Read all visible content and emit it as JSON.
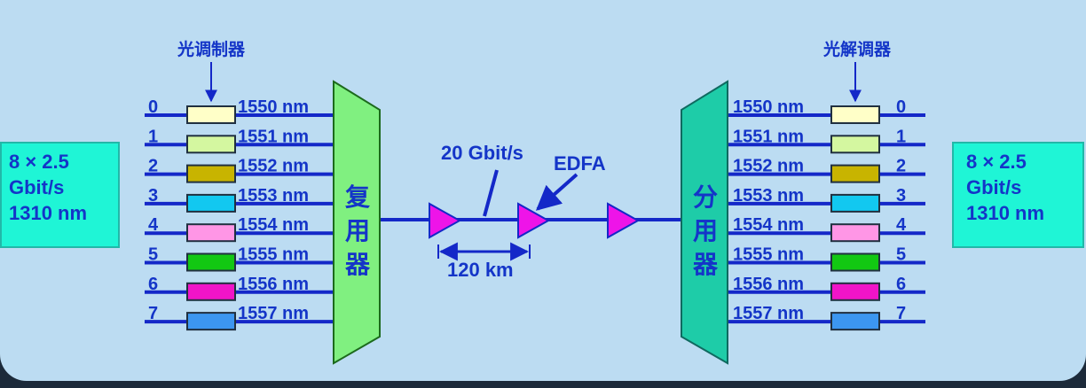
{
  "left_box": {
    "lines": [
      "8 × 2.5",
      "Gbit/s",
      "1310 nm"
    ]
  },
  "right_box": {
    "lines": [
      "8 × 2.5",
      "Gbit/s",
      "1310 nm"
    ]
  },
  "modulator_label": "光调制器",
  "demodulator_label": "光解调器",
  "mux_label": [
    "复",
    "用",
    "器"
  ],
  "demux_label": [
    "分",
    "用",
    "器"
  ],
  "bitrate_label": "20 Gbit/s",
  "edfa_label": "EDFA",
  "span_label": "120 km",
  "channels": [
    {
      "index": "0",
      "wavelength": "1550 nm",
      "color": "#ffffc8"
    },
    {
      "index": "1",
      "wavelength": "1551 nm",
      "color": "#d4f7a0"
    },
    {
      "index": "2",
      "wavelength": "1552 nm",
      "color": "#c8b400"
    },
    {
      "index": "3",
      "wavelength": "1553 nm",
      "color": "#12c8f0"
    },
    {
      "index": "4",
      "wavelength": "1554 nm",
      "color": "#ff96e6"
    },
    {
      "index": "5",
      "wavelength": "1555 nm",
      "color": "#12c812"
    },
    {
      "index": "6",
      "wavelength": "1556 nm",
      "color": "#f014c8"
    },
    {
      "index": "7",
      "wavelength": "1557 nm",
      "color": "#3c96f0"
    }
  ],
  "colors": {
    "text": "#1435c8",
    "line": "#1428c8",
    "mux_fill": "#80f080",
    "demux_fill": "#1ecca8",
    "amplifier": "#ee14e8"
  }
}
